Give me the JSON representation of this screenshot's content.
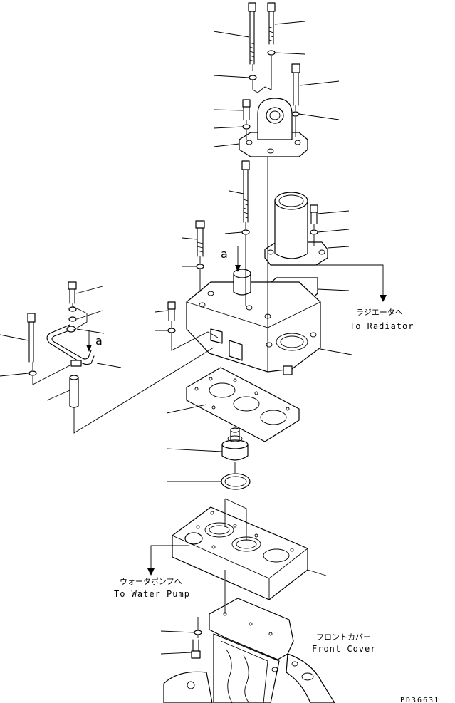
{
  "callouts": {
    "radiator_jp": "ラジエータへ",
    "radiator_en": "To Radiator",
    "water_pump_jp": "ウォータポンプへ",
    "water_pump_en": "To Water Pump",
    "front_cover_jp": "フロントカバー",
    "front_cover_en": "Front Cover"
  },
  "markers": {
    "a_upper": "a",
    "a_left": "a"
  },
  "drawing_code": "PD36631"
}
